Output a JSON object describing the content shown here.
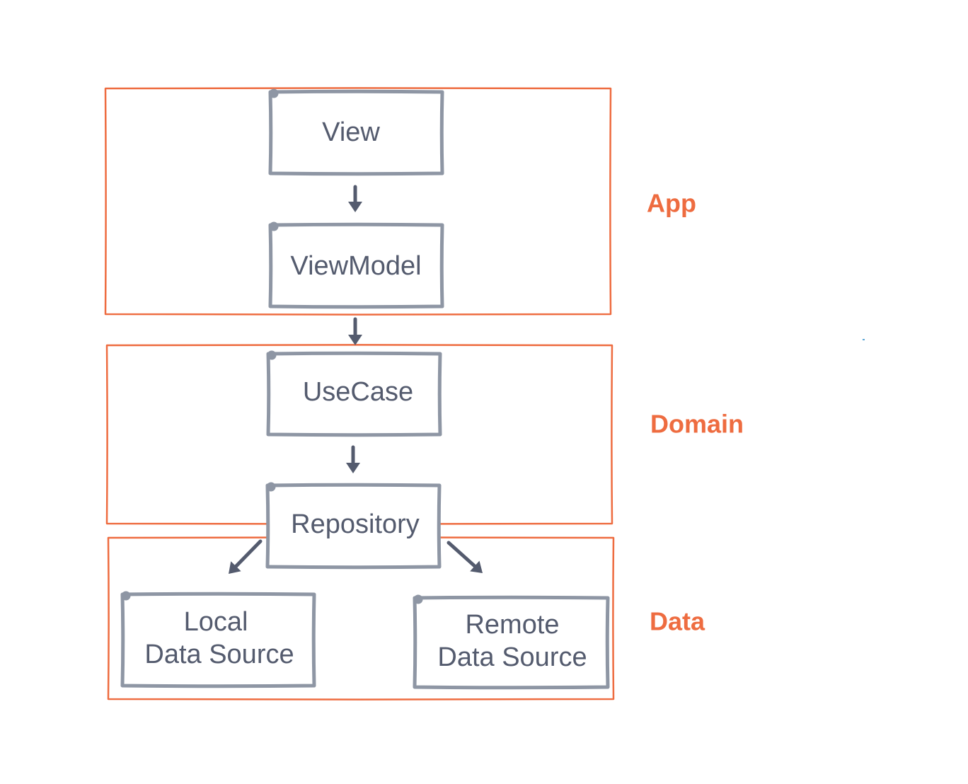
{
  "colors": {
    "layer": "#ee6c40",
    "component_stroke": "#8e96a4",
    "component_text": "#545b6e",
    "arrow": "#545b6e",
    "speck": "#5aa5d5"
  },
  "layers": [
    {
      "id": "app",
      "label": "App"
    },
    {
      "id": "domain",
      "label": "Domain"
    },
    {
      "id": "data",
      "label": "Data"
    }
  ],
  "components": [
    {
      "id": "view",
      "lines": [
        "View"
      ]
    },
    {
      "id": "viewmodel",
      "lines": [
        "ViewModel"
      ]
    },
    {
      "id": "usecase",
      "lines": [
        "UseCase"
      ]
    },
    {
      "id": "repository",
      "lines": [
        "Repository"
      ]
    },
    {
      "id": "local-data-source",
      "lines": [
        "Local",
        "Data Source"
      ]
    },
    {
      "id": "remote-data-source",
      "lines": [
        "Remote",
        "Data Source"
      ]
    }
  ],
  "arrows": [
    {
      "from": "view",
      "to": "viewmodel"
    },
    {
      "from": "viewmodel",
      "to": "usecase"
    },
    {
      "from": "usecase",
      "to": "repository"
    },
    {
      "from": "repository",
      "to": "local-data-source"
    },
    {
      "from": "repository",
      "to": "remote-data-source"
    }
  ]
}
